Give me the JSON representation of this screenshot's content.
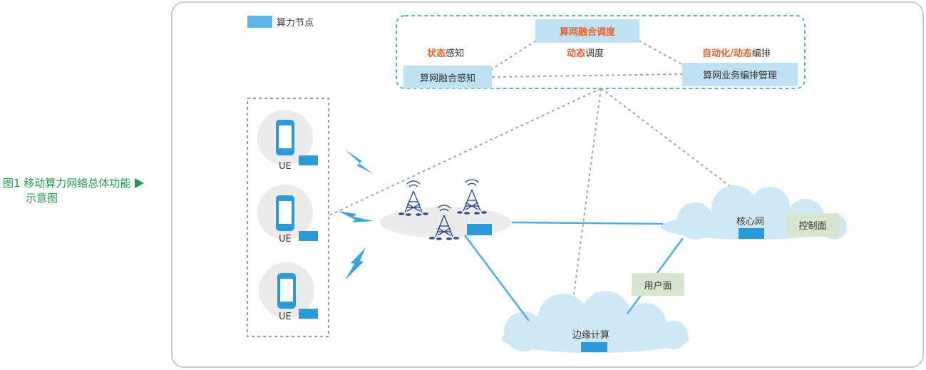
{
  "caption": {
    "line1": "图1  移动算力网络总体功能",
    "line2": "示意图"
  },
  "legend": {
    "label": "算力节点",
    "color": "#5db7e8"
  },
  "top_panel": {
    "center_box": "算网融合调度",
    "left_box": "算网融合感知",
    "right_box": "算网业务编排管理",
    "left_label": {
      "highlight": "状态",
      "rest": "感知"
    },
    "center_label": {
      "highlight": "动态",
      "rest": "调度"
    },
    "right_label": {
      "highlight": "自动化/动态",
      "rest": "编排"
    }
  },
  "ue_labels": [
    "UE",
    "UE",
    "UE"
  ],
  "core_network": {
    "label": "核心网",
    "control_plane": "控制面"
  },
  "user_plane": "用户面",
  "edge": {
    "label": "边缘计算"
  },
  "colors": {
    "accent": "#e8622a",
    "node": "#2a9bd8",
    "box": "#bfe1f4",
    "caption": "#1e9a4a",
    "cloud": "#cfe8f5"
  }
}
